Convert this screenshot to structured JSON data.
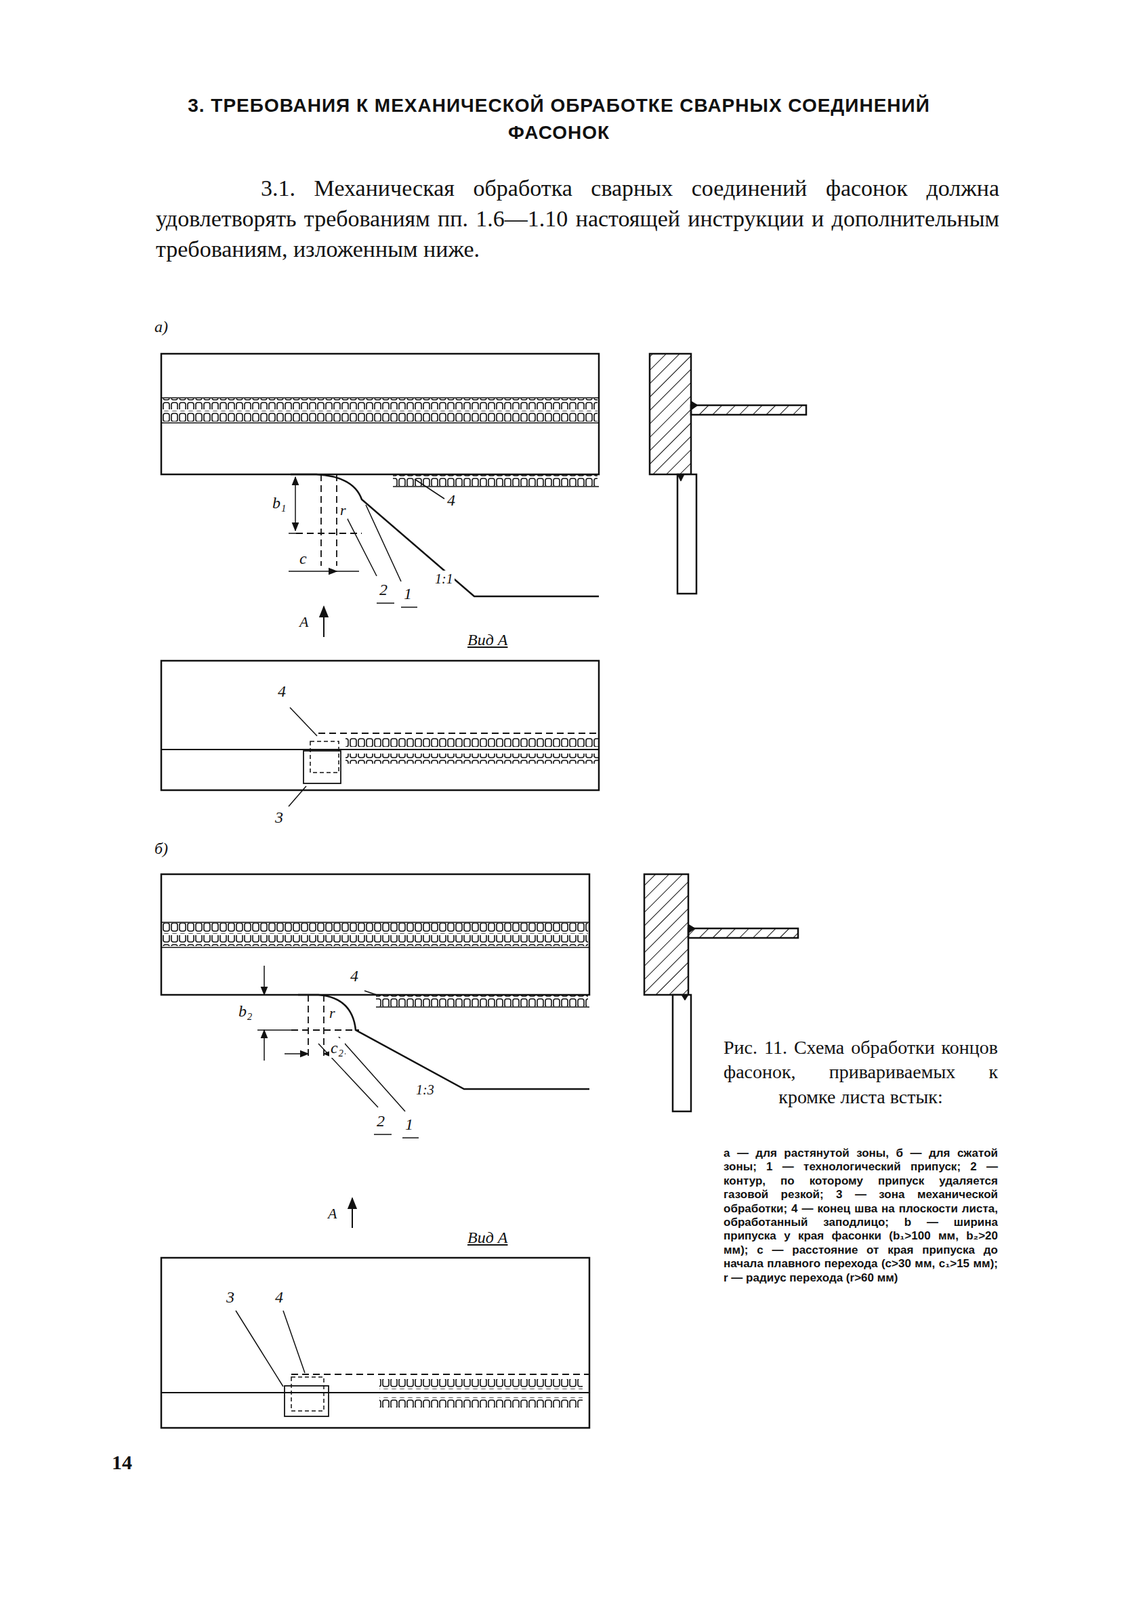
{
  "diagram": {
    "title": "3. ТРЕБОВАНИЯ К МЕХАНИЧЕСКОЙ ОБРАБОТКЕ СВАРНЫХ СОЕДИНЕНИЙ ФАСОНОК",
    "caption": "Рис. 11. Схема обработки концов фасонок, привариваемых к кромке листа встык:",
    "labels": [
      "3.1. Механическая обработка сварных соединений фасонок должна удовлетворять требованиям пп. 1.6—1.10 настоящей инструкции и дополнительным требованиям, изложенным ниже.",
      "а)",
      "b₁",
      "c",
      "r",
      "4",
      "2",
      "1",
      "1:1",
      "A",
      "Вид А",
      "4",
      "3",
      "б)",
      "b₂",
      "c₂",
      "r",
      "4",
      "2",
      "1",
      "1:3",
      "A",
      "Вид А",
      "3",
      "4",
      "а — для растянутой зоны, б — для сжатой зоны; 1 — технологический припуск; 2 — контур, по которому припуск удаляется газовой резкой; 3 — зона механической обработки; 4 — конец шва на плоскости листа, обработанный заподлицо; b — ширина припуска у края фасонки (b₁>100 мм, b₂>20 мм); c — расстояние от края припуска до начала плавного перехода (c>30 мм, c₁>15 мм); r — радиус перехода (r>60 мм)",
      "14"
    ]
  }
}
